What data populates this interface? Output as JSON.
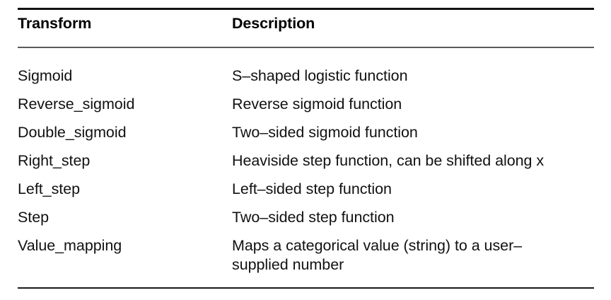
{
  "table": {
    "columns": [
      {
        "key": "transform",
        "label": "Transform"
      },
      {
        "key": "description",
        "label": "Description"
      }
    ],
    "rows": [
      {
        "transform": "Sigmoid",
        "description": "S–shaped logistic function"
      },
      {
        "transform": "Reverse_sigmoid",
        "description": "Reverse sigmoid function"
      },
      {
        "transform": "Double_sigmoid",
        "description": "Two–sided sigmoid function"
      },
      {
        "transform": "Right_step",
        "description": "Heaviside step function, can be shifted along x"
      },
      {
        "transform": "Left_step",
        "description": "Left–sided step function"
      },
      {
        "transform": "Step",
        "description": "Two–sided step function"
      },
      {
        "transform": "Value_mapping",
        "description": "Maps a categorical value (string) to a user–\nsupplied number"
      }
    ]
  },
  "style": {
    "rule_top_color": "#111111",
    "rule_header_color": "#5a5a5a",
    "rule_bottom_color": "#1a1a1a",
    "text_color": "#111111",
    "background": "#ffffff"
  }
}
